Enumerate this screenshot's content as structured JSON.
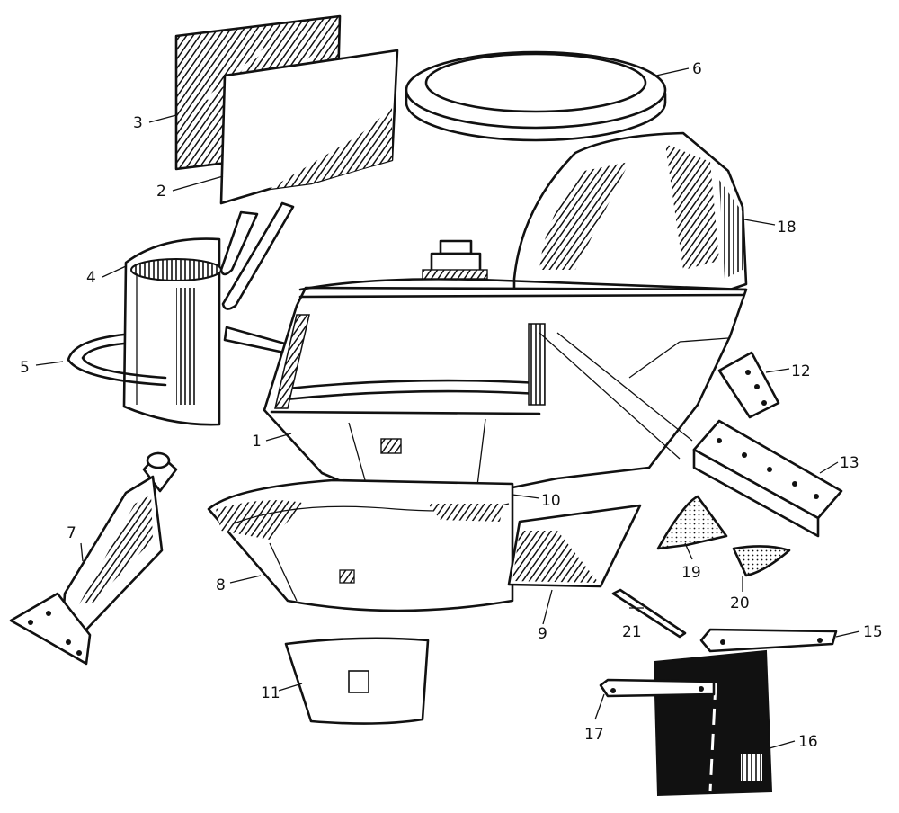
{
  "labels": {
    "l1": "1",
    "l2": "2",
    "l3": "3",
    "l4": "4",
    "l5": "5",
    "l6": "6",
    "l7": "7",
    "l8": "8",
    "l9": "9",
    "l10": "10",
    "l11": "11",
    "l12": "12",
    "l13": "13",
    "l14": "15",
    "l15": "16",
    "l16": "17",
    "l17": "18",
    "l18": "19",
    "l19": "20",
    "l20": "21"
  },
  "colors": {
    "ink": "#111111",
    "paper": "#ffffff"
  }
}
